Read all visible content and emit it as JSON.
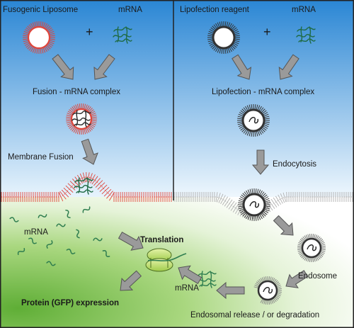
{
  "left_panel": {
    "fusogenic_liposome_label": "Fusogenic Liposome",
    "mrna_label": "mRNA",
    "plus": "+",
    "complex_label": "Fusion - mRNA complex",
    "membrane_fusion_label": "Membrane Fusion"
  },
  "right_panel": {
    "lipofection_reagent_label": "Lipofection reagent",
    "mrna_label": "mRNA",
    "plus": "+",
    "complex_label": "Lipofection - mRNA complex",
    "endocytosis_label": "Endocytosis",
    "endosome_label": "Endosome",
    "release_label": "Endosomal release / or degradation"
  },
  "cell": {
    "mrna_label": "mRNA",
    "mrna_label_2": "mRNA",
    "translation_label": "Translation",
    "protein_label": "Protein (GFP) expression"
  },
  "colors": {
    "sky_top": "#2a86d4",
    "sky_bottom": "#e6f3fc",
    "cell_green": "#7cc24a",
    "fusogenic_lipid": "#e0453a",
    "lipofection_lipid": "#333333",
    "mrna_green": "#2e7d4f",
    "arrow_gray": "#9a9a9a",
    "ribosome": "#b8dc6a"
  }
}
